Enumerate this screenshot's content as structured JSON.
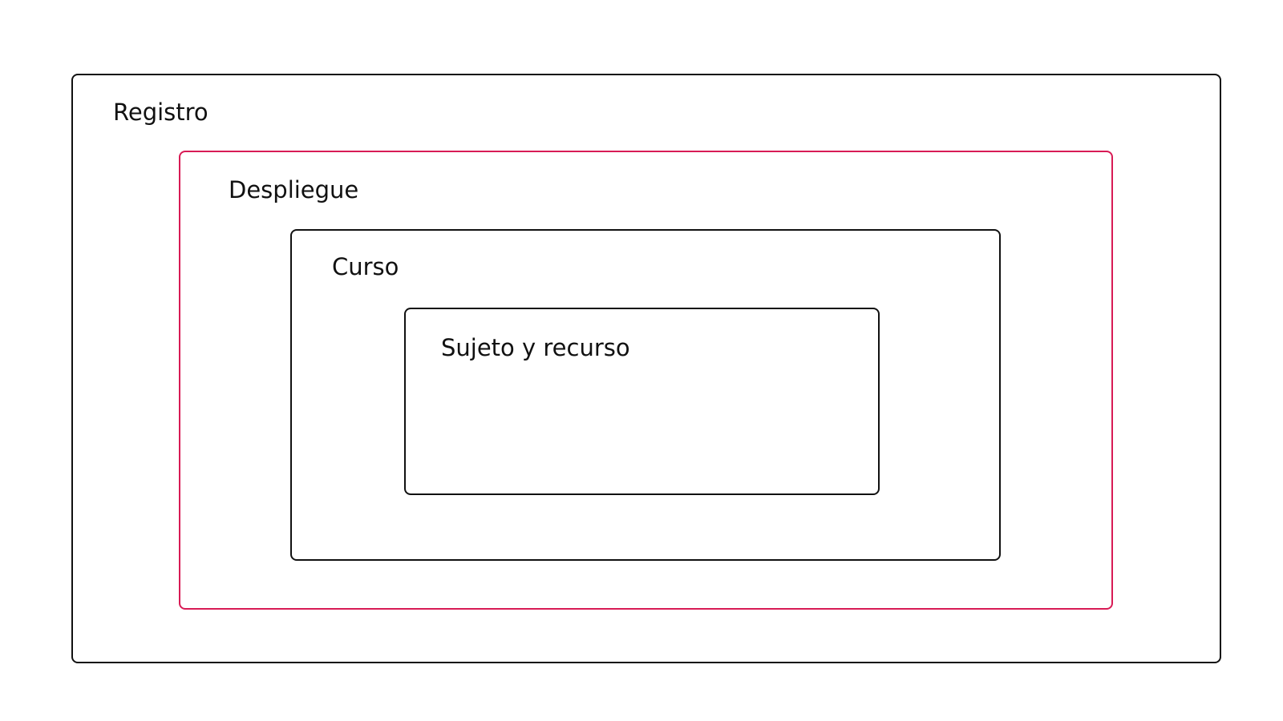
{
  "diagram": {
    "boxes": [
      {
        "id": "registro",
        "label": "Registro",
        "border_color": "#111111"
      },
      {
        "id": "despliegue",
        "label": "Despliegue",
        "border_color": "#d81b55"
      },
      {
        "id": "curso",
        "label": "Curso",
        "border_color": "#111111"
      },
      {
        "id": "sujeto",
        "label": "Sujeto y recurso",
        "border_color": "#111111"
      }
    ],
    "nesting": [
      "registro",
      "despliegue",
      "curso",
      "sujeto"
    ]
  }
}
